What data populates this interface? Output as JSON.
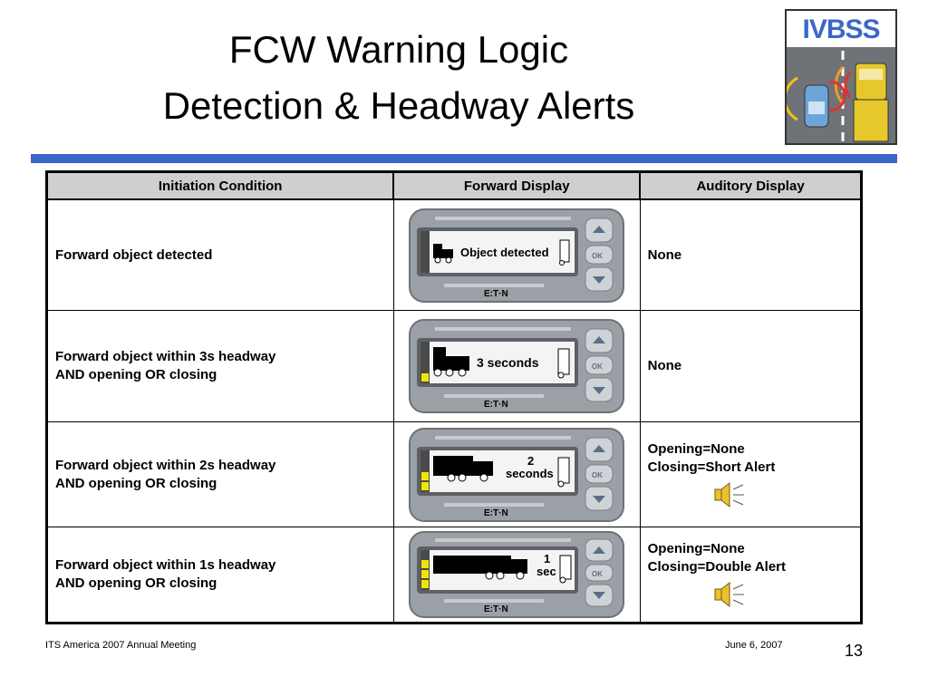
{
  "slide": {
    "title_line1": "FCW Warning Logic",
    "title_line2": "Detection & Headway Alerts",
    "logo_text": "IVBSS",
    "brand_color": "#3b67c8"
  },
  "table": {
    "headers": [
      "Initiation Condition",
      "Forward Display",
      "Auditory Display"
    ],
    "rows": [
      {
        "condition": [
          "Forward object detected"
        ],
        "display": [
          "Object  detected"
        ],
        "auditory": [
          "None"
        ],
        "bars_lit": 0
      },
      {
        "condition": [
          "Forward object within 3s headway",
          "AND opening OR closing"
        ],
        "display": [
          "3 seconds"
        ],
        "auditory": [
          "None"
        ],
        "bars_lit": 1
      },
      {
        "condition": [
          "Forward object within 2s headway",
          "AND opening OR closing"
        ],
        "display": [
          "2",
          "seconds"
        ],
        "auditory": [
          "Opening=None",
          "Closing=Short Alert"
        ],
        "bars_lit": 2
      },
      {
        "condition": [
          "Forward object within 1s headway",
          "AND opening OR closing"
        ],
        "display": [
          "1",
          "sec"
        ],
        "auditory": [
          "Opening=None",
          "Closing=Double Alert"
        ],
        "bars_lit": 3
      }
    ],
    "device_brand": "E:T·N",
    "ok_label": "OK",
    "status_colors": {
      "bar_lit": "#f2e600",
      "bar_dark": "#4a4a4a"
    }
  },
  "footer": {
    "left": "ITS America 2007 Annual Meeting",
    "date": "June 6, 2007",
    "page": "13"
  }
}
